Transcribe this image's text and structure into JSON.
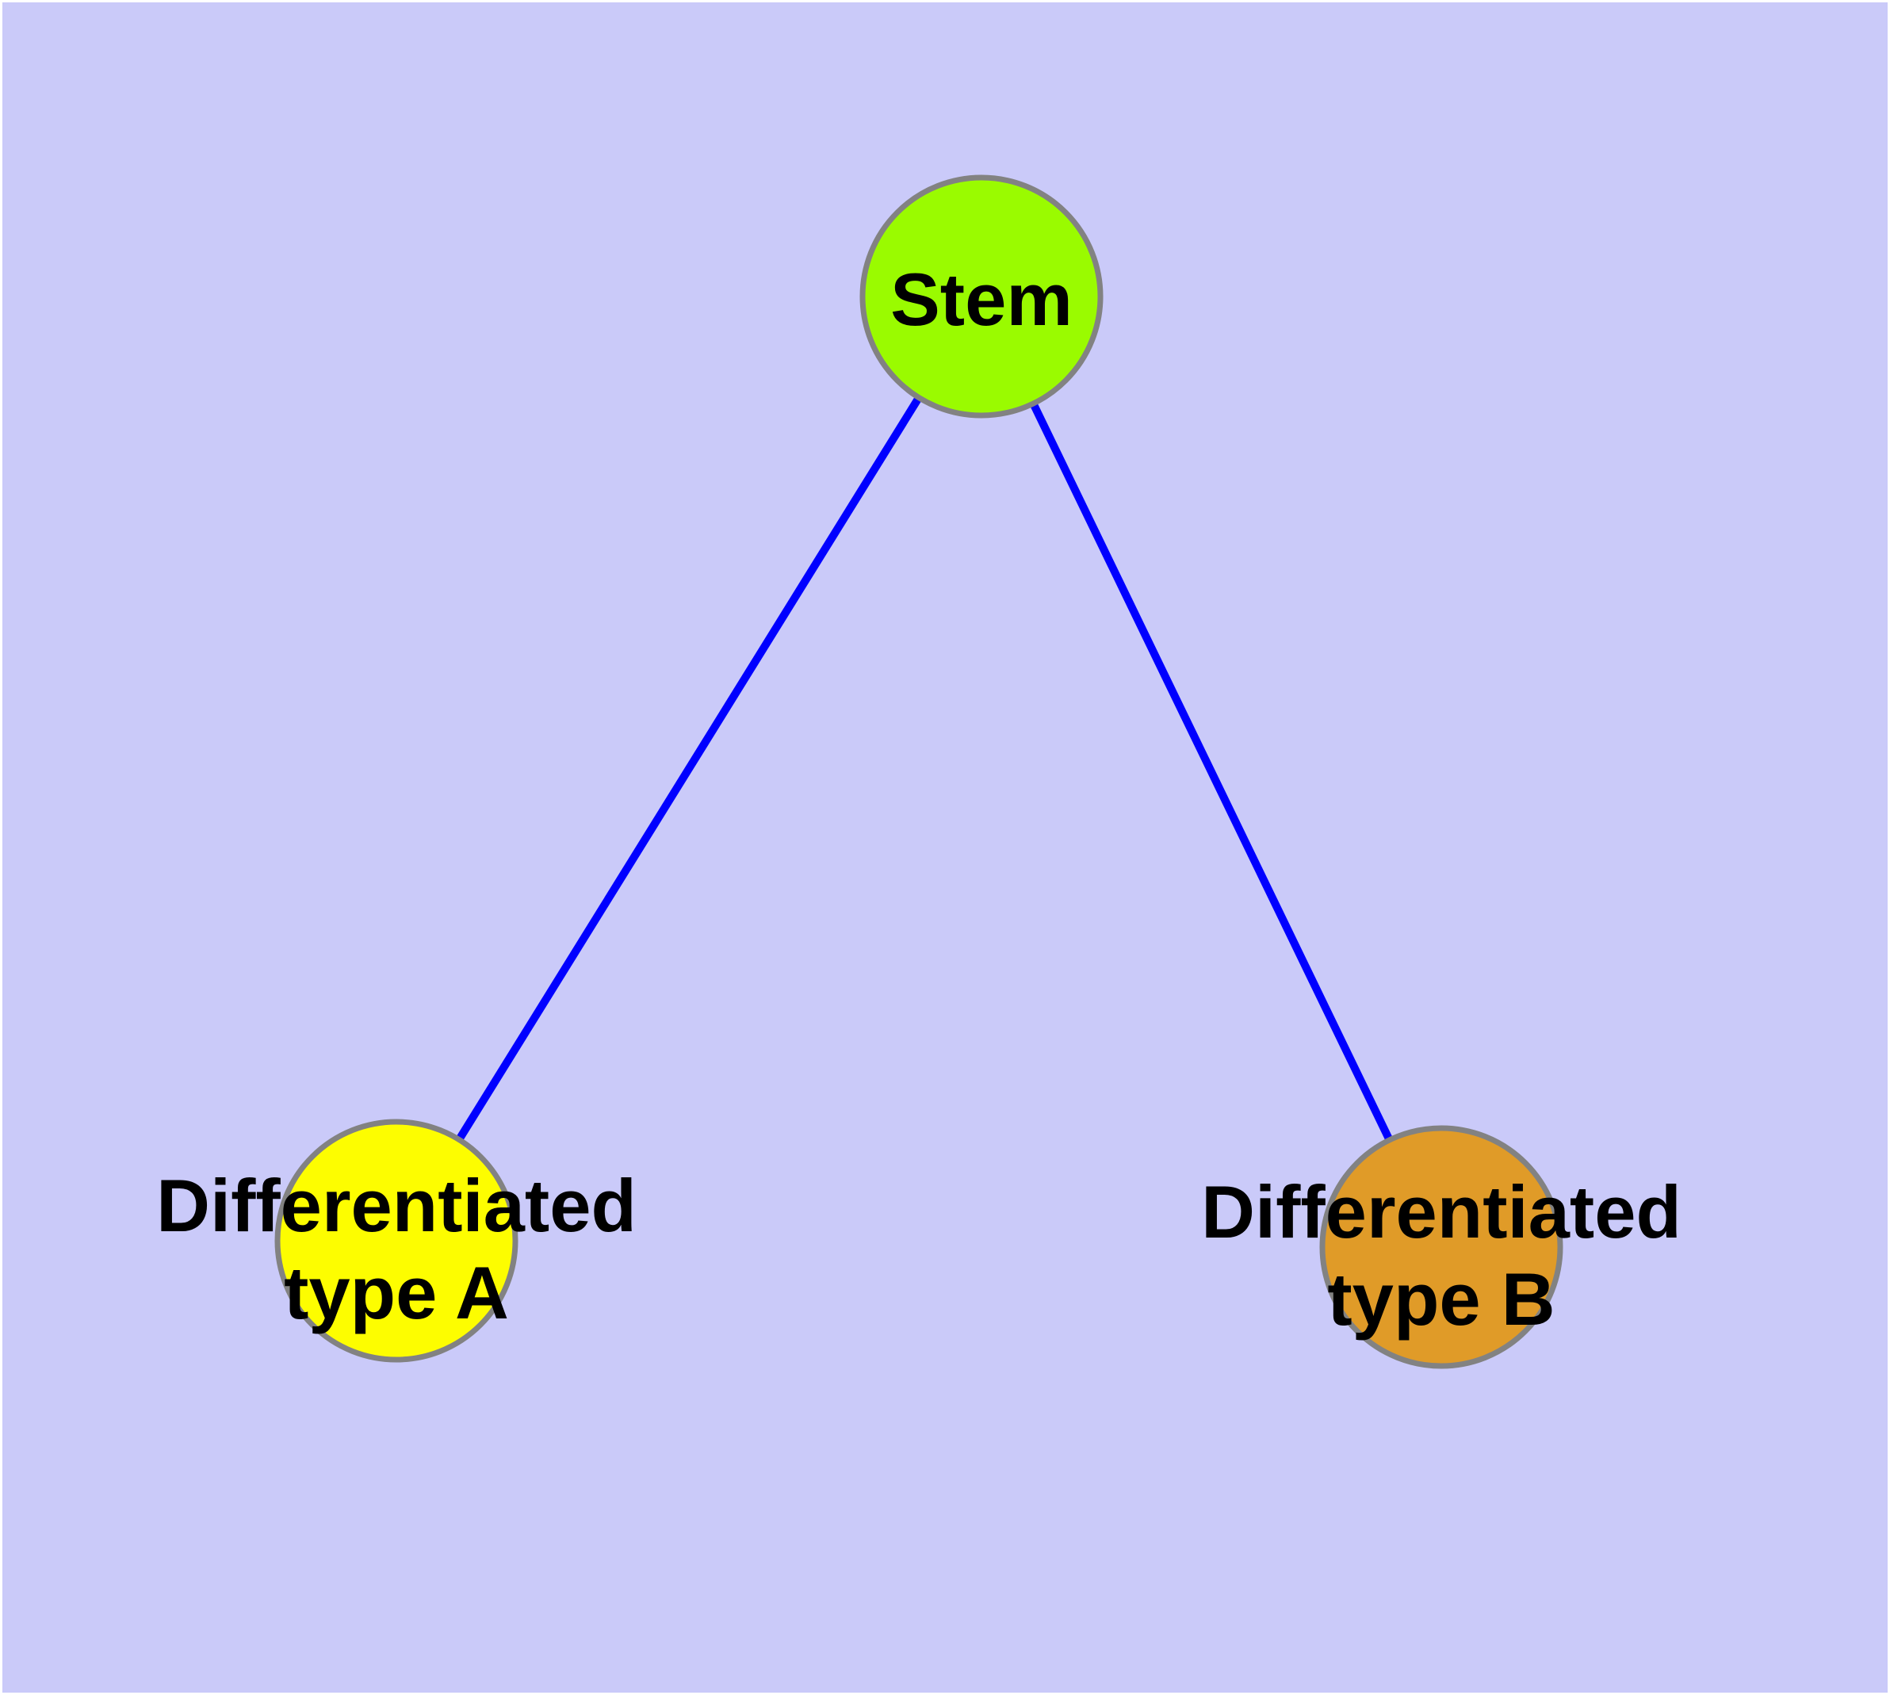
{
  "diagram": {
    "type": "node-link-graph",
    "nodes": {
      "stem": {
        "label": "Stem",
        "fill": "#9AFB00"
      },
      "type_a": {
        "label": "Differentiated type A",
        "line1": "Differentiated",
        "line2": "type A",
        "fill": "#FDFD00"
      },
      "type_b": {
        "label": "Differentiated type B",
        "line1": "Differentiated",
        "line2": "type B",
        "fill": "#E09B28"
      }
    },
    "edges": {
      "color": "#0000FF",
      "list": [
        {
          "from": "Stem",
          "to": "Differentiated type A"
        },
        {
          "from": "Stem",
          "to": "Differentiated type B"
        }
      ]
    },
    "colors": {
      "background": "#CACAF9",
      "node_border": "#828282",
      "label_text": "#000000"
    }
  }
}
